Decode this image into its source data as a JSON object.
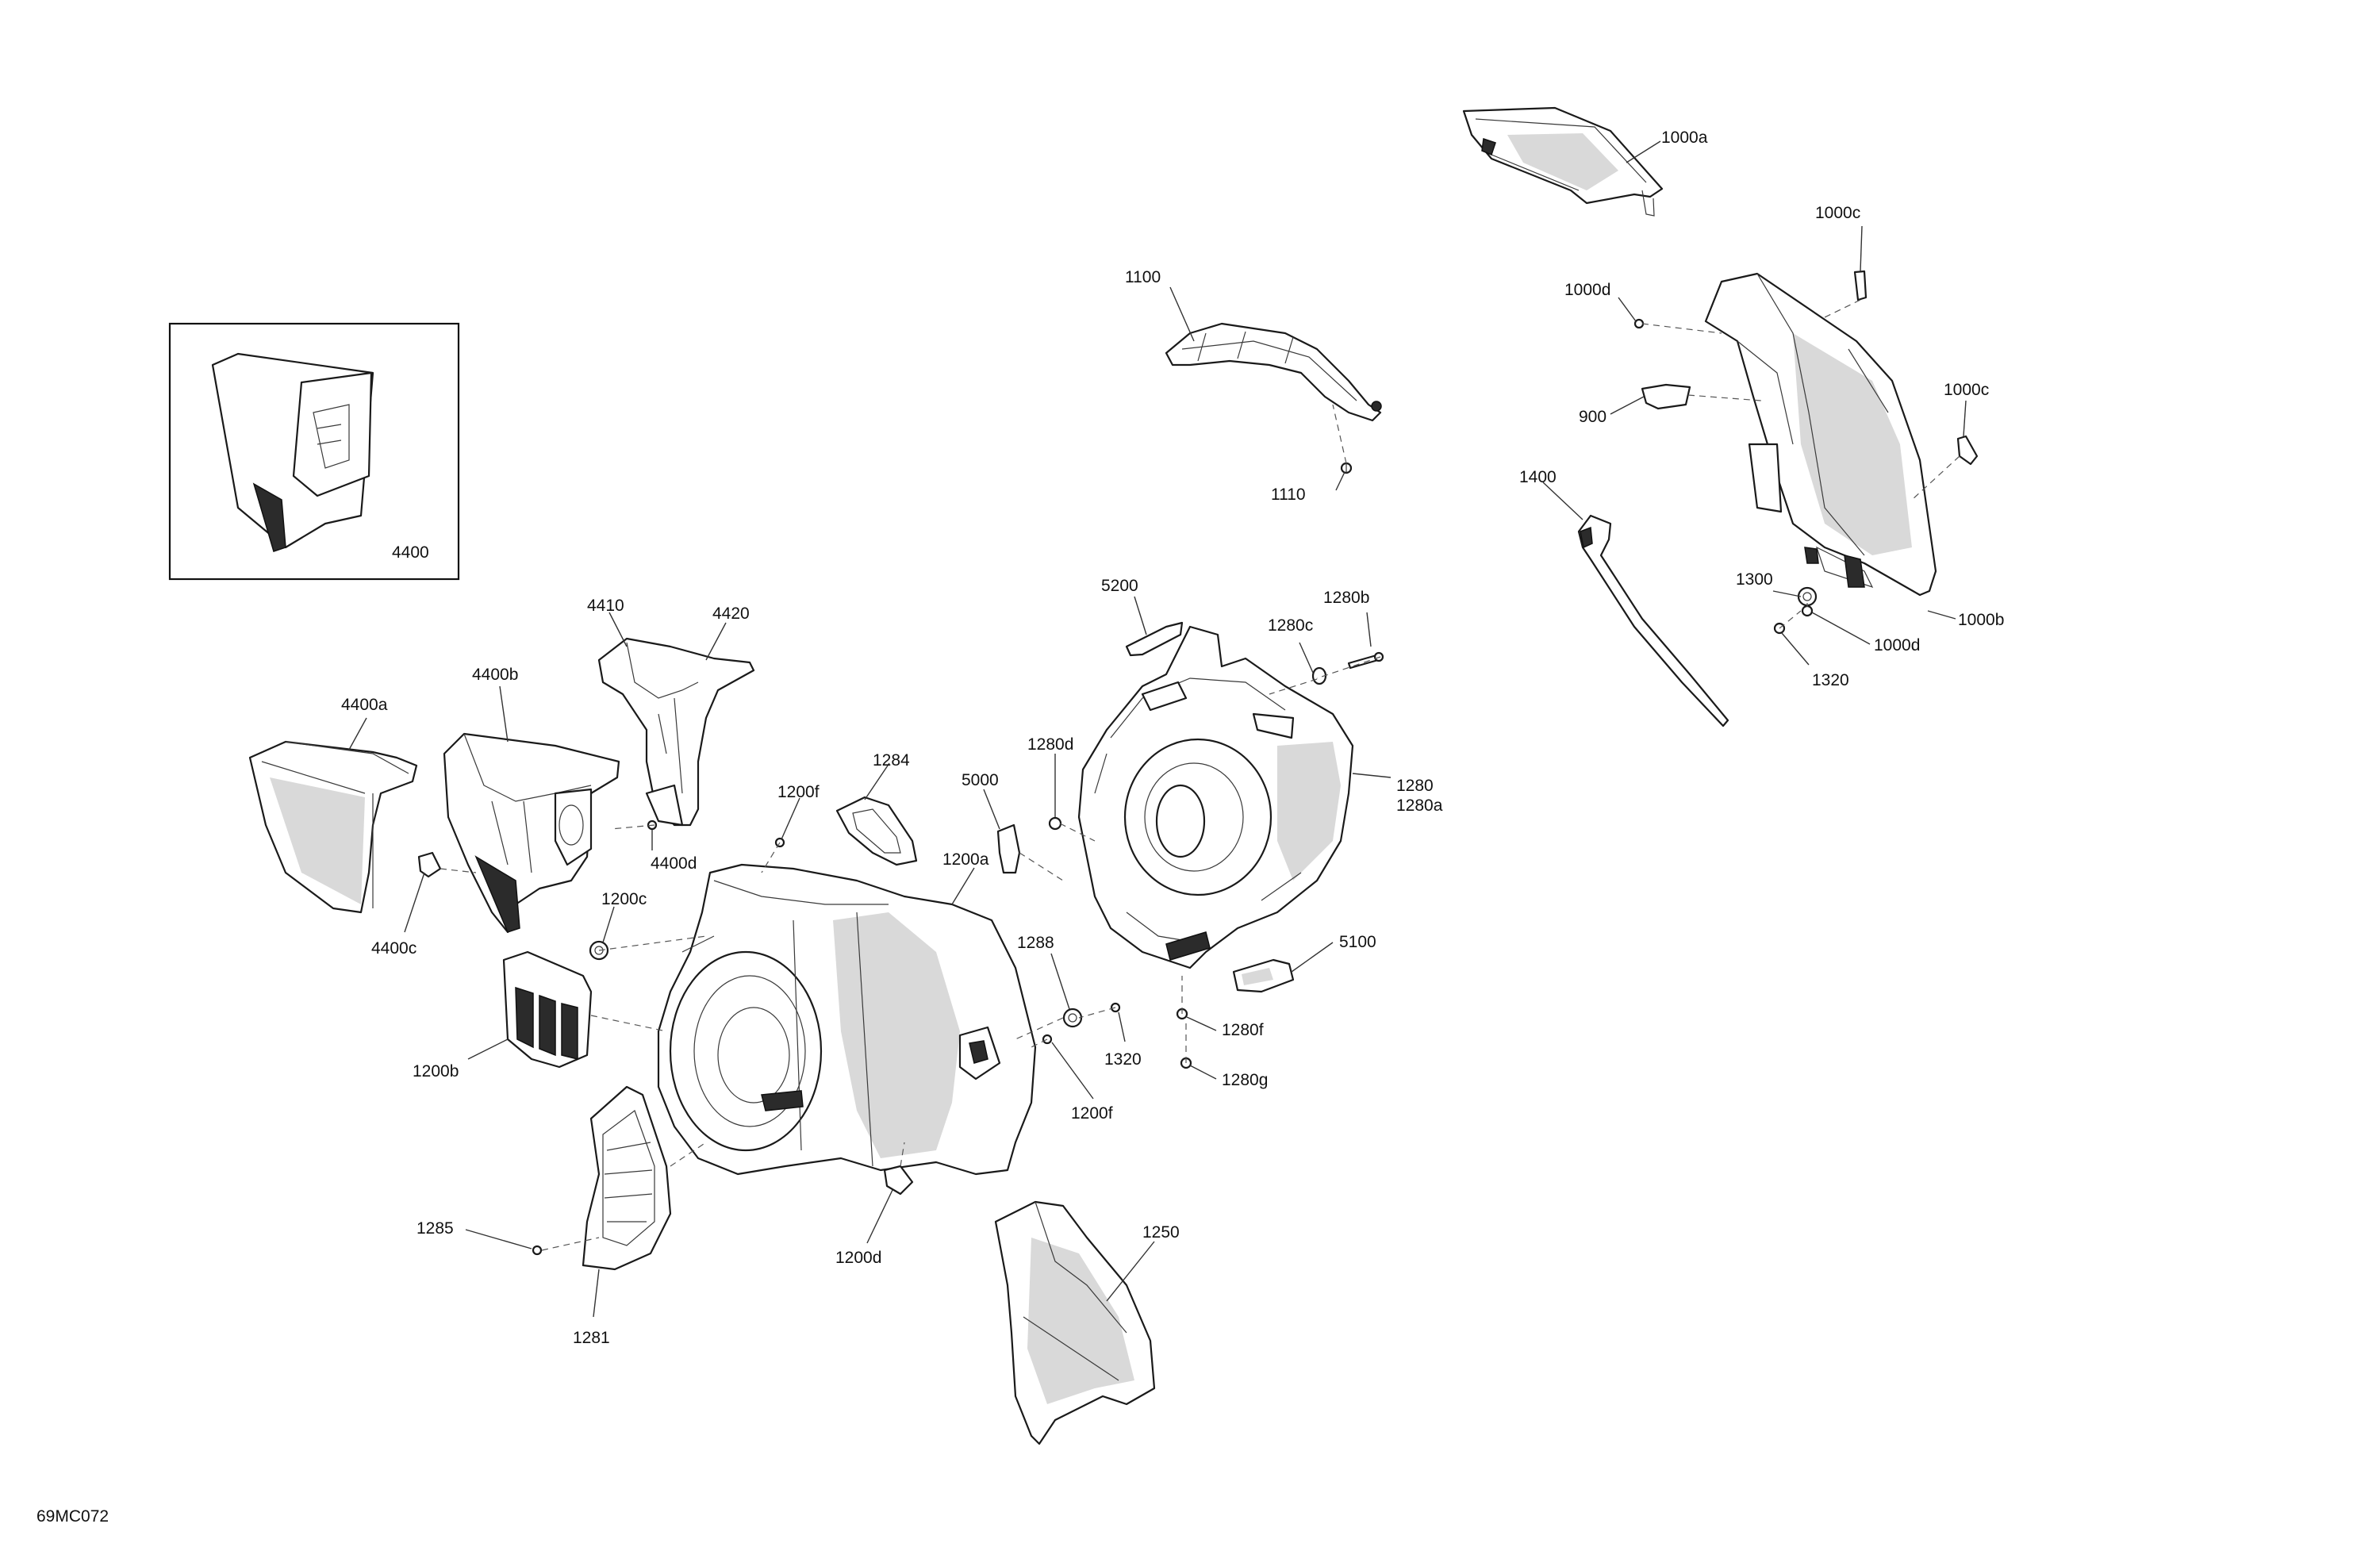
{
  "diagram": {
    "reference_code": "69MC072",
    "inset_label": "4400",
    "callouts": {
      "c1000a": "1000a",
      "c1000c_top": "1000c",
      "c1000d_top": "1000d",
      "c1100": "1100",
      "c900": "900",
      "c1000c_right": "1000c",
      "c1110": "1110",
      "c1400": "1400",
      "c1300": "1300",
      "c1000b": "1000b",
      "c1000d_bottom": "1000d",
      "c1320_top": "1320",
      "c5200": "5200",
      "c1280b": "1280b",
      "c1280c": "1280c",
      "c4410": "4410",
      "c4420": "4420",
      "c4400b": "4400b",
      "c4400a": "4400a",
      "c1284": "1284",
      "c1280d": "1280d",
      "c5000": "5000",
      "c1200f_top": "1200f",
      "c1280": "1280",
      "c1280a": "1280a",
      "c4400d": "4400d",
      "c1200a": "1200a",
      "c1200c": "1200c",
      "c4400c": "4400c",
      "c5100": "5100",
      "c1288": "1288",
      "c1280f": "1280f",
      "c1200b": "1200b",
      "c1320_bottom": "1320",
      "c1280g": "1280g",
      "c1200f_bottom": "1200f",
      "c1250": "1250",
      "c1285": "1285",
      "c1200d": "1200d",
      "c1281": "1281"
    }
  }
}
